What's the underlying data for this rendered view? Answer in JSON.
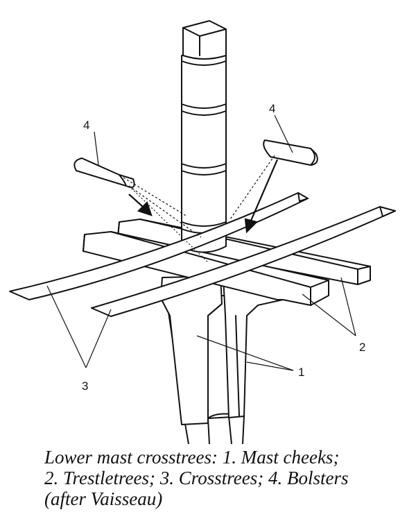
{
  "labels": {
    "mast_cheeks": "1",
    "trestletrees": "2",
    "crosstrees": "3",
    "bolster_left": "4",
    "bolster_right": "4"
  },
  "caption": {
    "line1": "Lower mast crosstrees: 1. Mast cheeks;",
    "line2": "2. Trestletrees; 3. Crosstrees; 4. Bolsters",
    "line3": "(after Vaisseau)"
  }
}
